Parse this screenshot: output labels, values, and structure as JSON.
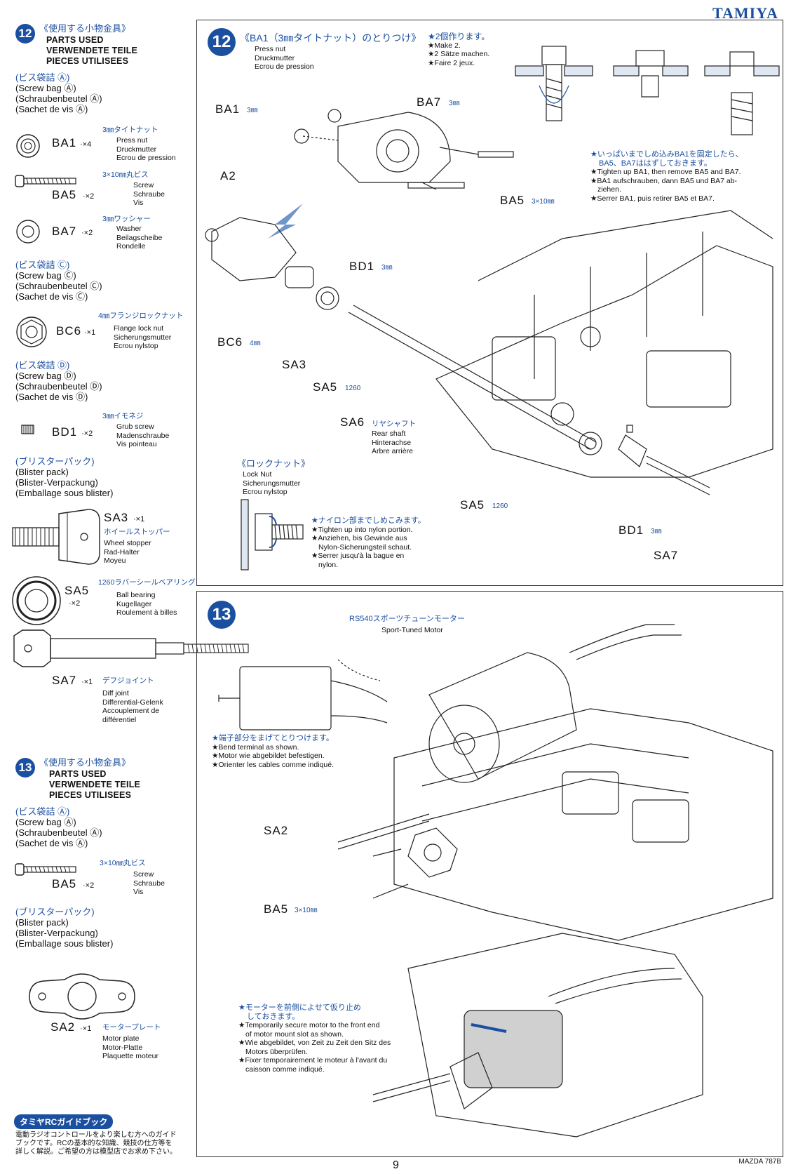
{
  "brand": "TAMIYA",
  "page_number": "9",
  "footer_model": "MAZDA 787B",
  "sidebar12": {
    "step": "12",
    "header": "《使用する小物金具》",
    "parts_used": [
      "PARTS USED",
      "VERWENDETE TEILE",
      "PIECES UTILISEES"
    ],
    "bag_a": {
      "title": "(ビス袋詰 Ⓐ)",
      "lines": [
        "(Screw bag Ⓐ)",
        "(Schraubenbeutel Ⓐ)",
        "(Sachet de vis Ⓐ)"
      ]
    },
    "ba1": {
      "jp": "3㎜タイトナット",
      "code": "BA1",
      "qty": "·×4",
      "names": [
        "Press nut",
        "Druckmutter",
        "Ecrou de pression"
      ]
    },
    "ba5": {
      "jp": "3×10㎜丸ビス",
      "code": "BA5",
      "qty": "·×2",
      "names": [
        "Screw",
        "Schraube",
        "Vis"
      ]
    },
    "ba7": {
      "jp": "3㎜ワッシャー",
      "code": "BA7",
      "qty": "·×2",
      "names": [
        "Washer",
        "Beilagscheibe",
        "Rondelle"
      ]
    },
    "bag_c": {
      "title": "(ビス袋詰 Ⓒ)",
      "lines": [
        "(Screw bag Ⓒ)",
        "(Schraubenbeutel Ⓒ)",
        "(Sachet de vis Ⓒ)"
      ]
    },
    "bc6": {
      "jp": "4㎜フランジロックナット",
      "code": "BC6",
      "qty": "·×1",
      "names": [
        "Flange lock nut",
        "Sicherungsmutter",
        "Ecrou nylstop"
      ]
    },
    "bag_d": {
      "title": "(ビス袋詰 Ⓓ)",
      "lines": [
        "(Screw bag Ⓓ)",
        "(Schraubenbeutel Ⓓ)",
        "(Sachet de vis Ⓓ)"
      ]
    },
    "bd1": {
      "jp": "3㎜イモネジ",
      "code": "BD1",
      "qty": "·×2",
      "names": [
        "Grub screw",
        "Madenschraube",
        "Vis pointeau"
      ]
    },
    "blister": {
      "title": "(ブリスターパック)",
      "lines": [
        "(Blister pack)",
        "(Blister-Verpackung)",
        "(Emballage sous blister)"
      ]
    },
    "sa3": {
      "jp": "ホイールストッパー",
      "code": "SA3",
      "qty": "·×1",
      "names": [
        "Wheel stopper",
        "Rad-Halter",
        "Moyeu"
      ]
    },
    "sa5": {
      "jp": "1260ラバーシールベアリング",
      "code": "SA5",
      "qty": "·×2",
      "names": [
        "Ball bearing",
        "Kugellager",
        "Roulement à billes"
      ]
    },
    "sa7": {
      "jp": "デフジョイント",
      "code": "SA7",
      "qty": "·×1",
      "names": [
        "Diff joint",
        "Differential-Gelenk",
        "Accouplement de",
        "différentiel"
      ]
    }
  },
  "sidebar13": {
    "step": "13",
    "header": "《使用する小物金具》",
    "parts_used": [
      "PARTS USED",
      "VERWENDETE TEILE",
      "PIECES UTILISEES"
    ],
    "bag_a": {
      "title": "(ビス袋詰 Ⓐ)",
      "lines": [
        "(Screw bag Ⓐ)",
        "(Schraubenbeutel Ⓐ)",
        "(Sachet de vis Ⓐ)"
      ]
    },
    "ba5": {
      "jp": "3×10㎜丸ビス",
      "code": "BA5",
      "qty": "·×2",
      "names": [
        "Screw",
        "Schraube",
        "Vis"
      ]
    },
    "blister": {
      "title": "(ブリスターパック)",
      "lines": [
        "(Blister pack)",
        "(Blister-Verpackung)",
        "(Emballage sous blister)"
      ]
    },
    "sa2": {
      "jp": "モータープレート",
      "code": "SA2",
      "qty": "·×1",
      "names": [
        "Motor plate",
        "Motor-Platte",
        "Plaquette moteur"
      ]
    }
  },
  "guidebook": {
    "title": "タミヤRCガイドブック",
    "lines": [
      "電動ラジオコントロールをより楽しむ方へのガイド",
      "ブックです。RCの基本的な知識、競技の仕方等を",
      "詳しく解説。ご希望の方は模型店でお求め下さい。"
    ]
  },
  "step12": {
    "step": "12",
    "title": "《BA1（3㎜タイトナット）のとりつけ》",
    "make": [
      "★2個作ります。",
      "★Make 2.",
      "★2 Sätze machen.",
      "★Faire 2 jeux."
    ],
    "press": [
      "Press nut",
      "Druckmutter",
      "Ecrou de pression"
    ],
    "note_jp": [
      "★いっぱいまでしめ込みBA1を固定したら、",
      "BA5、BA7ははずしておきます。"
    ],
    "note": [
      "★Tighten up BA1, then remove BA5 and BA7.",
      "★BA1 aufschrauben, dann BA5 und BA7 ab-",
      "ziehen.",
      "★Serrer BA1, puis retirer BA5 et BA7."
    ],
    "labels": {
      "ba1": "BA1",
      "ba1_size": "3㎜",
      "ba7": "BA7",
      "ba7_size": "3㎜",
      "a2": "A2",
      "ba5": "BA5",
      "ba5_size": "3×10㎜",
      "bd1": "BD1",
      "bd1_size": "3㎜",
      "bc6": "BC6",
      "bc6_size": "4㎜",
      "sa3": "SA3",
      "sa5": "SA5",
      "sa5_size": "1260",
      "sa6": "SA6",
      "sa6_jp": "リヤシャフト",
      "sa6_names": [
        "Rear shaft",
        "Hinterachse",
        "Arbre arrière"
      ],
      "sa5b": "SA5",
      "sa5b_size": "1260",
      "bd1b": "BD1",
      "bd1b_size": "3㎜",
      "sa7": "SA7"
    },
    "locknut": {
      "title": "《ロックナット》",
      "names": [
        "Lock Nut",
        "Sicherungsmutter",
        "Ecrou nylstop"
      ]
    },
    "nylon": [
      "★ナイロン部までしめこみます。",
      "★Tighten up into nylon portion.",
      "★Anziehen, bis Gewinde aus",
      "Nylon-Sicherungsteil schaut.",
      "★Serrer jusqu'à la bague en",
      "nylon."
    ]
  },
  "step13": {
    "step": "13",
    "motor_jp": "RS540スポーツチューンモーター",
    "motor": "Sport-Tuned Motor",
    "bend_jp": "★端子部分をまげてとりつけます。",
    "bend": [
      "★Bend terminal as shown.",
      "★Motor wie abgebildet befestigen.",
      "★Orienter les cables comme indiqué."
    ],
    "sa2": "SA2",
    "ba5": "BA5",
    "ba5_size": "3×10㎜",
    "temp_jp": [
      "★モーターを前側によせて仮り止め",
      "しておきます。"
    ],
    "temp": [
      "★Temporarily secure motor to the front end",
      "of motor mount slot as shown.",
      "★Wie abgebildet, von Zeit zu Zeit den Sitz des",
      "Motors überprüfen.",
      "★Fixer temporairement le moteur à l'avant du",
      "caisson comme indiqué."
    ]
  }
}
